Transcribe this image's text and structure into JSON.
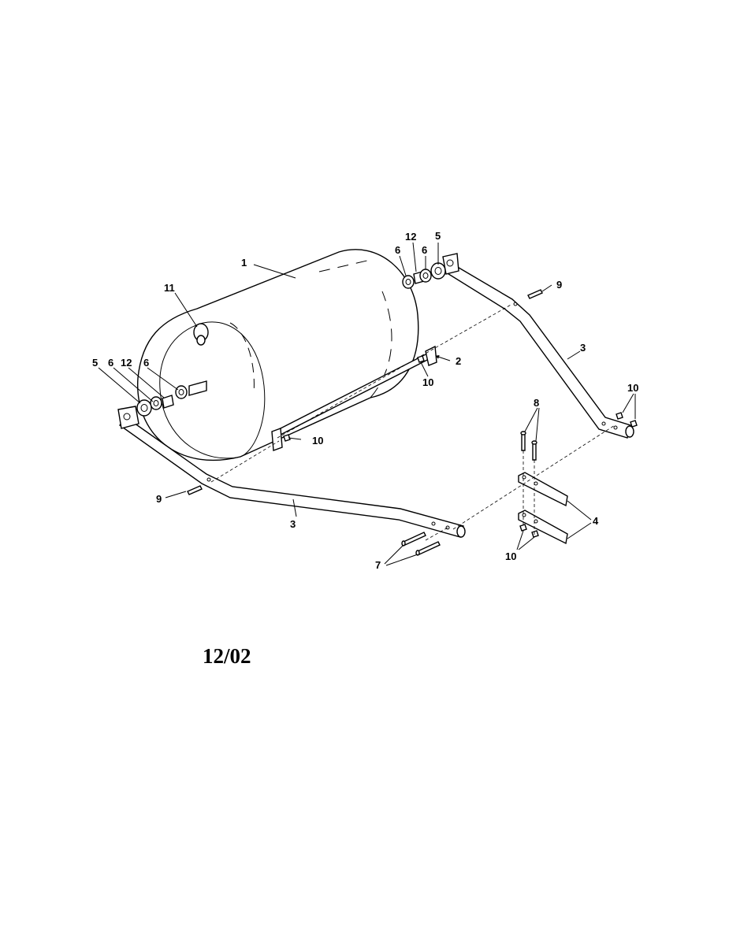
{
  "figure": {
    "date_code": "12/02",
    "callouts": [
      "1",
      "2",
      "3",
      "3",
      "4",
      "5",
      "5",
      "6",
      "6",
      "6",
      "6",
      "7",
      "8",
      "9",
      "9",
      "10",
      "10",
      "10",
      "10",
      "11",
      "12",
      "12"
    ]
  }
}
